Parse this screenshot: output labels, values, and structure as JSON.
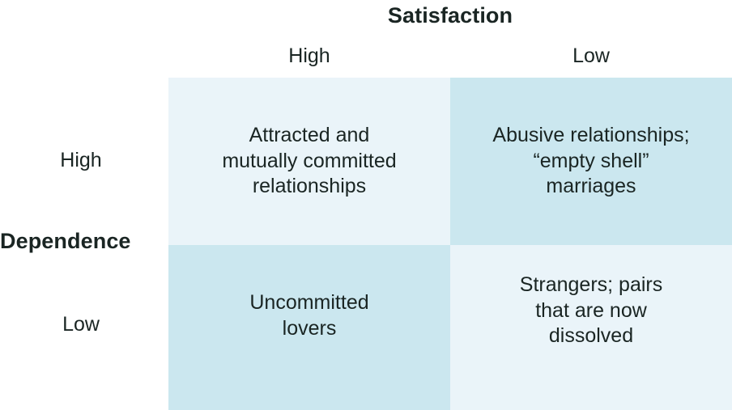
{
  "colors": {
    "background": "#ffffff",
    "cell_light": "#eaf4f9",
    "cell_dark": "#cbe7ef",
    "text": "#1a2523"
  },
  "axes": {
    "column_axis_title": "Satisfaction",
    "row_axis_title": "Dependence",
    "column_headers": [
      "High",
      "Low"
    ],
    "row_headers": [
      "High",
      "Low"
    ]
  },
  "chart_data": {
    "type": "table",
    "title": "Satisfaction",
    "xlabel": "Satisfaction",
    "ylabel": "Dependence",
    "columns": [
      "High",
      "Low"
    ],
    "rows": [
      "High",
      "Low"
    ],
    "cells": [
      [
        {
          "row": "High",
          "column": "High",
          "text": "Attracted and\nmutually committed\nrelationships",
          "fill": "#eaf4f9"
        },
        {
          "row": "High",
          "column": "Low",
          "text": "Abusive relationships;\n“empty shell”\nmarriages",
          "fill": "#cbe7ef"
        }
      ],
      [
        {
          "row": "Low",
          "column": "High",
          "text": "Uncommitted\nlovers",
          "fill": "#cbe7ef"
        },
        {
          "row": "Low",
          "column": "Low",
          "text": "Strangers; pairs\nthat are now\ndissolved",
          "fill": "#eaf4f9"
        }
      ]
    ]
  }
}
